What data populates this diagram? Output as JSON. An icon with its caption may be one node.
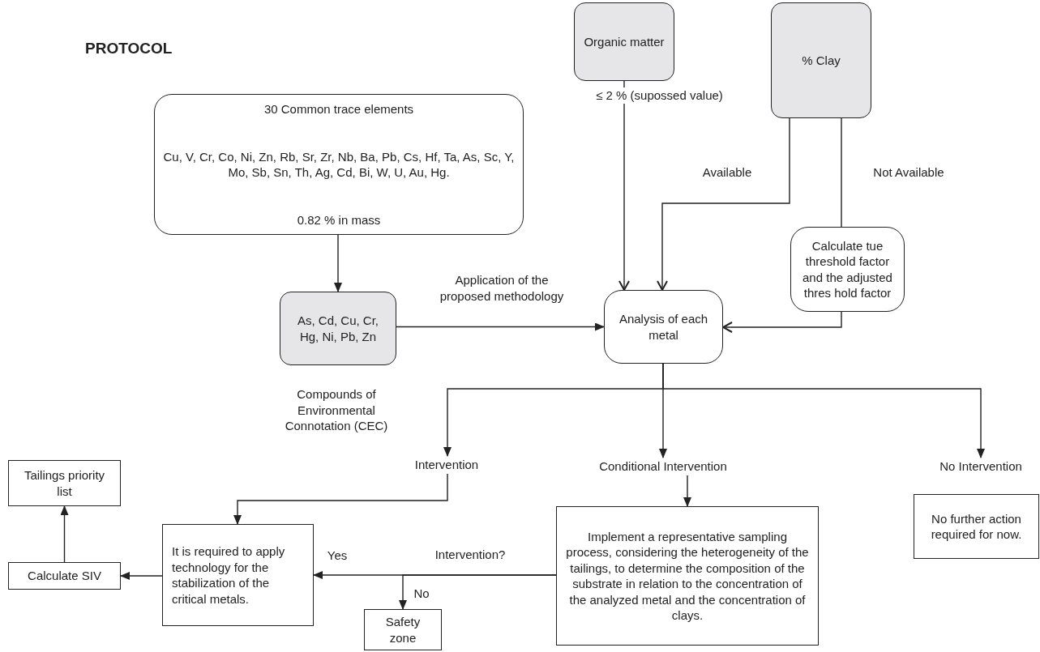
{
  "diagram": {
    "title": "PROTOCOL",
    "nodes": [
      {
        "text": [
          "30 Common trace elements",
          "Cu, V, Cr, Co, Ni, Zn, Rb, Sr, Zr, Nb, Ba, Pb, Cs, Hf, Ta, As, Sc, Y, Mo, Sb, Sn, Th, Ag, Cd, Bi, W, U, Au, Hg.",
          "0.82 % in mass"
        ]
      },
      {
        "text": [
          "As, Cd, Cu, Cr, Hg, Ni, Pb, Zn"
        ],
        "beside": [
          "Compounds of Environmental Connotation (CEC)"
        ]
      },
      {
        "text": [
          "Organic matter"
        ]
      },
      {
        "text": [
          "% Clay"
        ]
      },
      {
        "text": [
          "Analysis of each metal"
        ]
      },
      {
        "text": [
          "Calculate tue threshold factor and the adjusted thres hold factor"
        ]
      },
      {
        "text": [
          "Intervention"
        ]
      },
      {
        "text": [
          "Conditional Intervention"
        ]
      },
      {
        "text": [
          "No Intervention"
        ]
      },
      {
        "text": [
          "It is required to apply technology for the stabilization of the critical metals."
        ]
      },
      {
        "text": [
          "Tailings priority list"
        ]
      },
      {
        "text": [
          "Calculate SIV"
        ]
      },
      {
        "text": [
          "Implement a representative sampling process, considering the heterogeneity of the tailings, to determine the composition of the substrate in relation to the concentration of the analyzed metal and the concentration of clays."
        ]
      },
      {
        "text": [
          "No further action required for now."
        ]
      },
      {
        "text": [
          "Safety zone"
        ]
      }
    ],
    "edges": [
      {
        "from": 0,
        "to": 1,
        "arrow": "to"
      },
      {
        "from": 1,
        "to": 4,
        "arrow": "to",
        "label": "Application of the proposed methodology"
      },
      {
        "from": 2,
        "to": 4,
        "arrow": "to",
        "label": "≤ 2 % (supossed value)"
      },
      {
        "from": 3,
        "to": 4,
        "arrow": "to",
        "label": "Available"
      },
      {
        "from": 3,
        "to": 5,
        "arrow": "none",
        "label": "Not Available"
      },
      {
        "from": 5,
        "to": 4,
        "arrow": "to"
      },
      {
        "from": 4,
        "to": 6,
        "arrow": "to"
      },
      {
        "from": 4,
        "to": 7,
        "arrow": "to"
      },
      {
        "from": 4,
        "to": 8,
        "arrow": "to"
      },
      {
        "from": 6,
        "to": 9,
        "arrow": "to"
      },
      {
        "from": 7,
        "to": 12,
        "arrow": "to"
      },
      {
        "from": 12,
        "to": 9,
        "arrow": "to",
        "label": "Yes"
      },
      {
        "from": 12,
        "to": 14,
        "arrow": "to",
        "label": "No"
      },
      {
        "from": 9,
        "to": 11,
        "arrow": "to"
      },
      {
        "from": 11,
        "to": 10,
        "arrow": "to"
      }
    ],
    "labels": [
      "Intervention?"
    ]
  }
}
